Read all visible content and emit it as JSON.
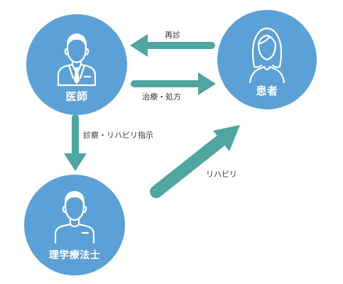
{
  "nodes": {
    "doctor": {
      "label": "医師"
    },
    "patient": {
      "label": "患者"
    },
    "therapist": {
      "label": "理学療法士"
    }
  },
  "edges": {
    "revisit": {
      "label": "再診"
    },
    "treatment": {
      "label": "治療・処方"
    },
    "instruction": {
      "label": "診察・リハビリ指示"
    },
    "rehab": {
      "label": "リハビリ"
    }
  },
  "colors": {
    "node_fill": "#5ba0d6",
    "arrow": "#4fa5a0",
    "icon_outline": "#ffffff",
    "text": "#333333"
  }
}
